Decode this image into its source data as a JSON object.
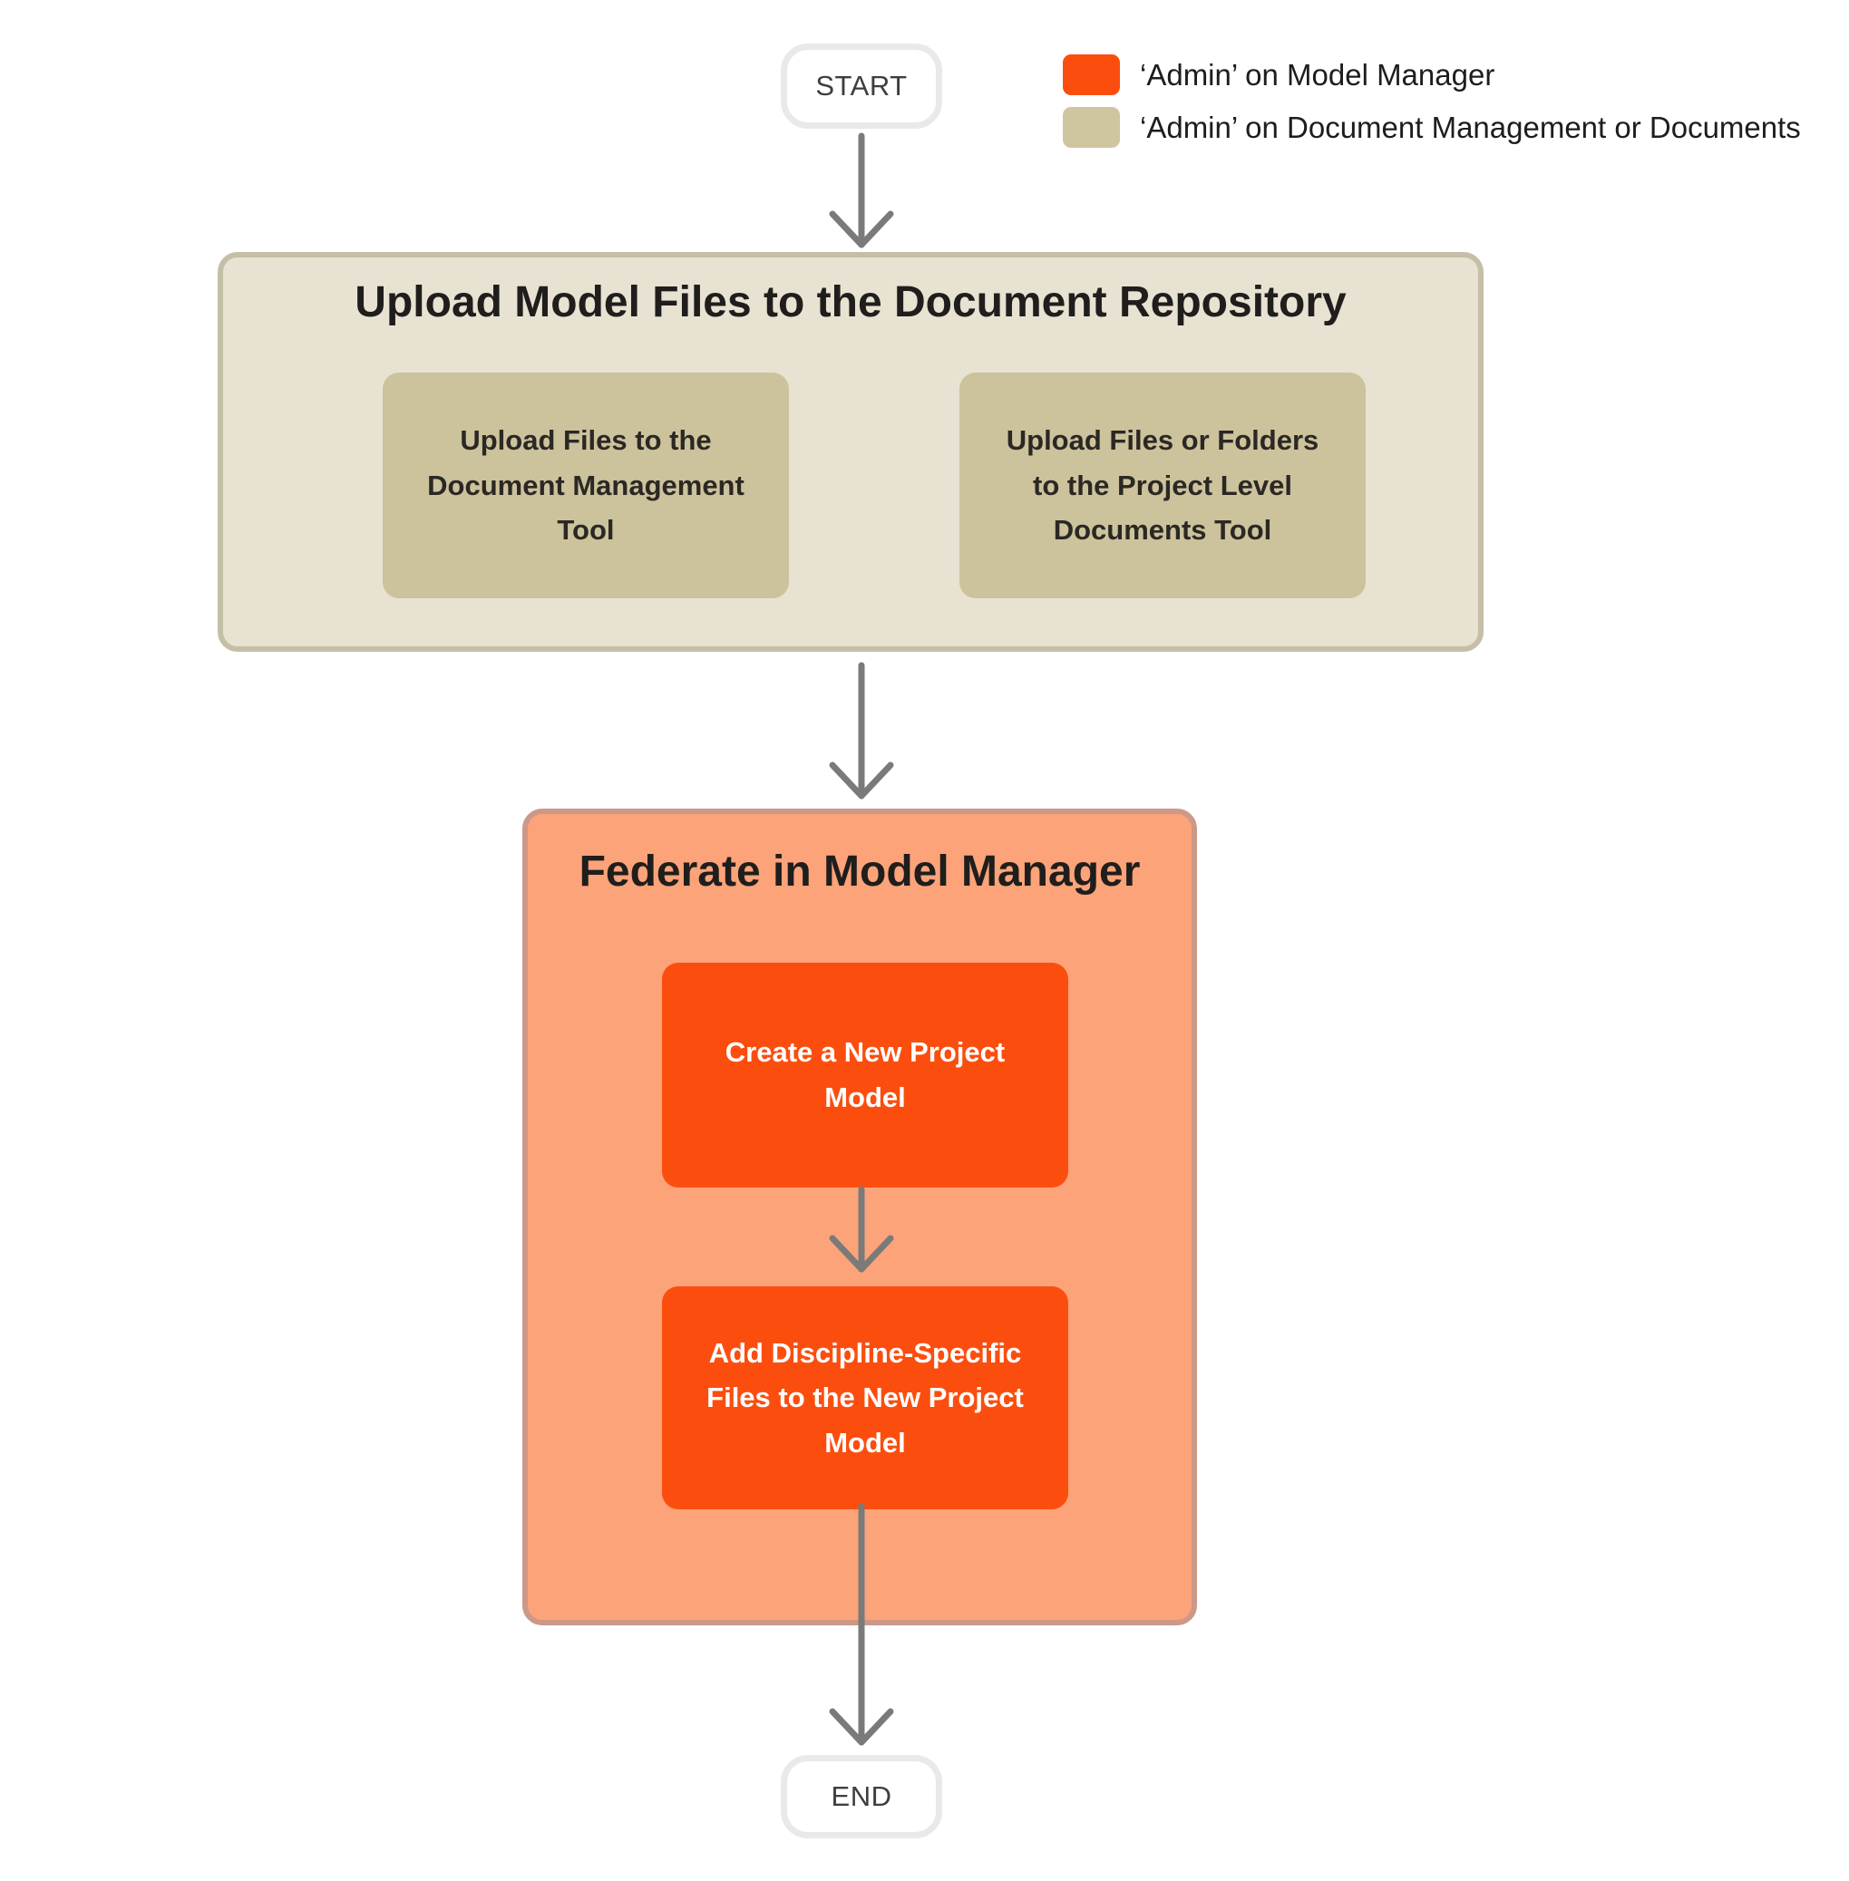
{
  "arrow": {
    "color": "#7A7A7A"
  },
  "nodes": {
    "start": {
      "label": "START"
    },
    "end": {
      "label": "END"
    }
  },
  "legend": {
    "items": [
      {
        "label": "‘Admin’ on Model Manager",
        "color": "#FB4E0E"
      },
      {
        "label": "‘Admin’ on Document Management or Documents",
        "color": "#CFC5A0"
      }
    ]
  },
  "groups": [
    {
      "title": "Upload Model Files to the Document Repository",
      "fill": "#E8E2D2",
      "border": "#C5BFA7",
      "title_color": "#1F1E1C",
      "steps": [
        {
          "label": "Upload Files to the\nDocument Management\nTool",
          "fill": "#CCC29C",
          "text_color": "#2B2824"
        },
        {
          "label": "Upload Files or Folders\nto the Project Level\nDocuments Tool",
          "fill": "#CCC29C",
          "text_color": "#2B2824"
        }
      ]
    },
    {
      "title": "Federate in Model Manager",
      "fill": "#FCA379",
      "border": "#CC9887",
      "title_color": "#1F1E1C",
      "steps": [
        {
          "label": "Create a New Project\nModel",
          "fill": "#FB4E0E",
          "text_color": "#FFFFFF"
        },
        {
          "label": "Add Discipline-Specific\nFiles to the New Project\nModel",
          "fill": "#FB4E0E",
          "text_color": "#FFFFFF"
        }
      ]
    }
  ]
}
